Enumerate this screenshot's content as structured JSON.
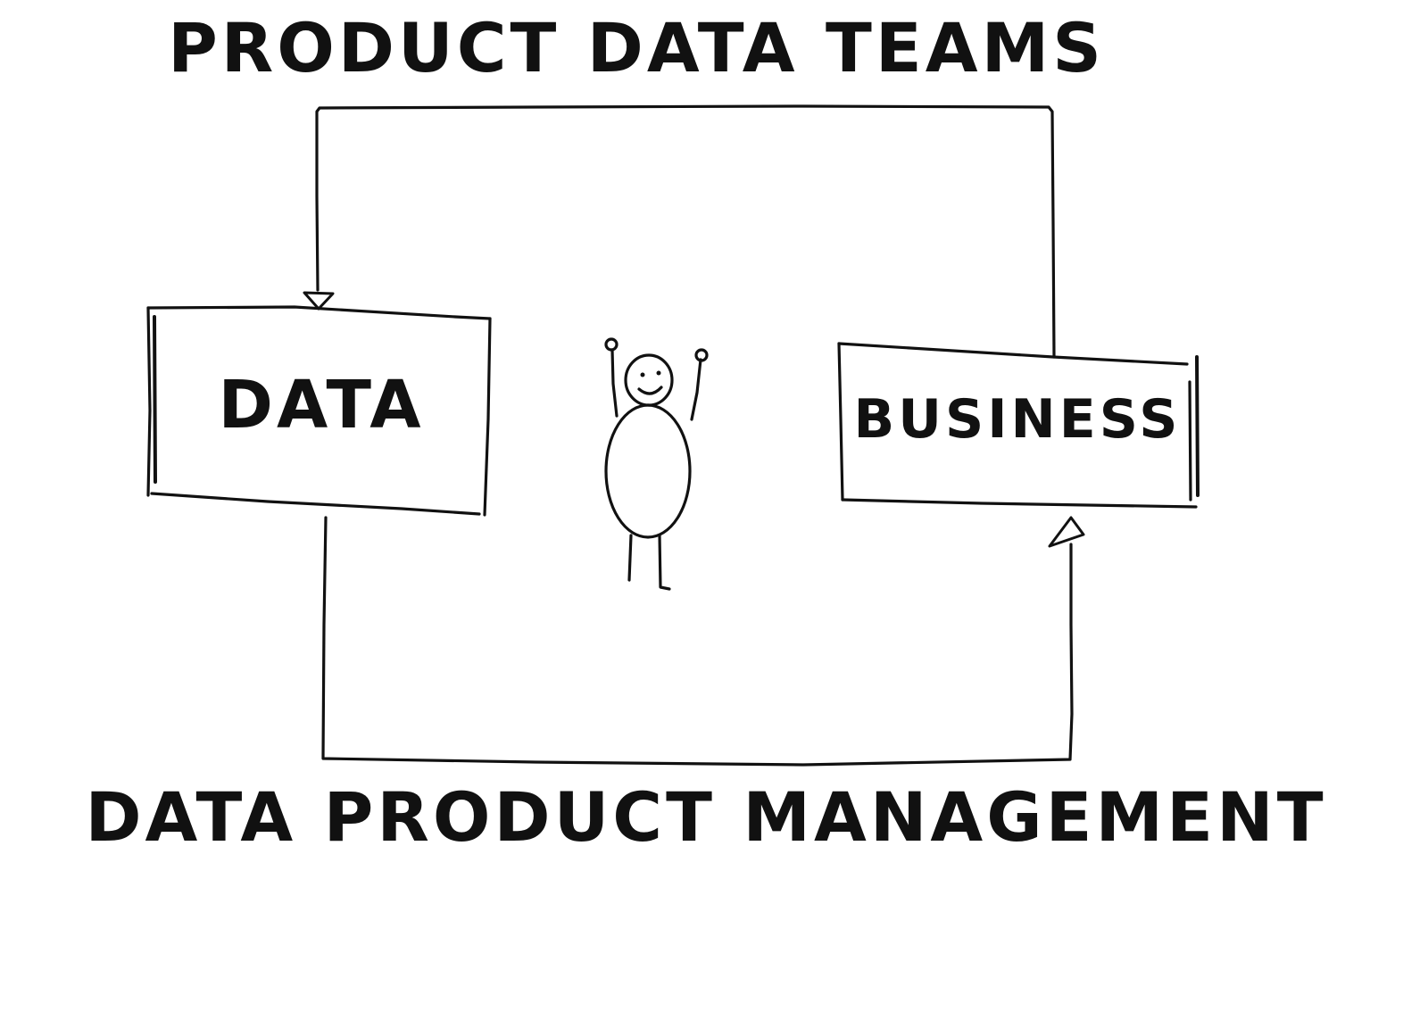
{
  "title_top": "PRODUCT DATA TEAMS",
  "title_bottom": "DATA PRODUCT MANAGEMENT",
  "boxes": {
    "data": {
      "label": "DATA"
    },
    "business": {
      "label": "BUSINESS"
    }
  },
  "colors": {
    "ink": "#111111",
    "background": "#ffffff"
  }
}
